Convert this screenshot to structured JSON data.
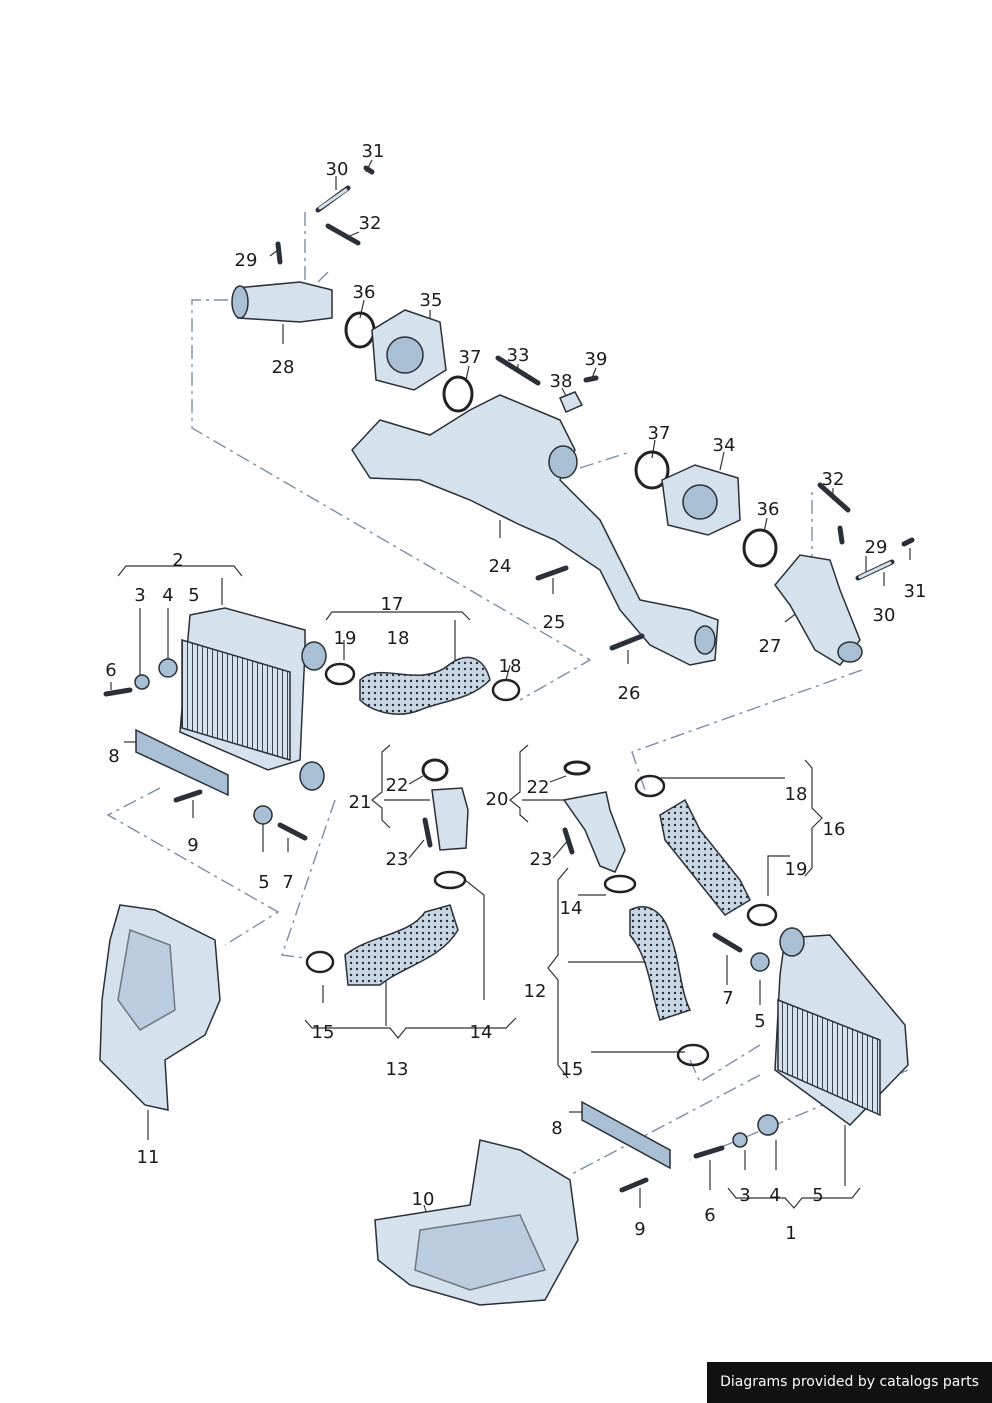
{
  "footer_text": "Diagrams provided by catalogs parts",
  "callouts": [
    "31",
    "30",
    "32",
    "29",
    "28",
    "36",
    "35",
    "37",
    "33",
    "39",
    "38",
    "37",
    "34",
    "36",
    "32",
    "29",
    "31",
    "30",
    "27",
    "24",
    "25",
    "26",
    "2",
    "3",
    "4",
    "5",
    "6",
    "17",
    "19",
    "18",
    "18",
    "8",
    "22",
    "21",
    "23",
    "9",
    "5",
    "7",
    "22",
    "20",
    "23",
    "18",
    "16",
    "19",
    "14",
    "12",
    "11",
    "7",
    "5",
    "15",
    "14",
    "13",
    "15",
    "8",
    "3",
    "4",
    "5",
    "6",
    "9",
    "1",
    "10"
  ]
}
